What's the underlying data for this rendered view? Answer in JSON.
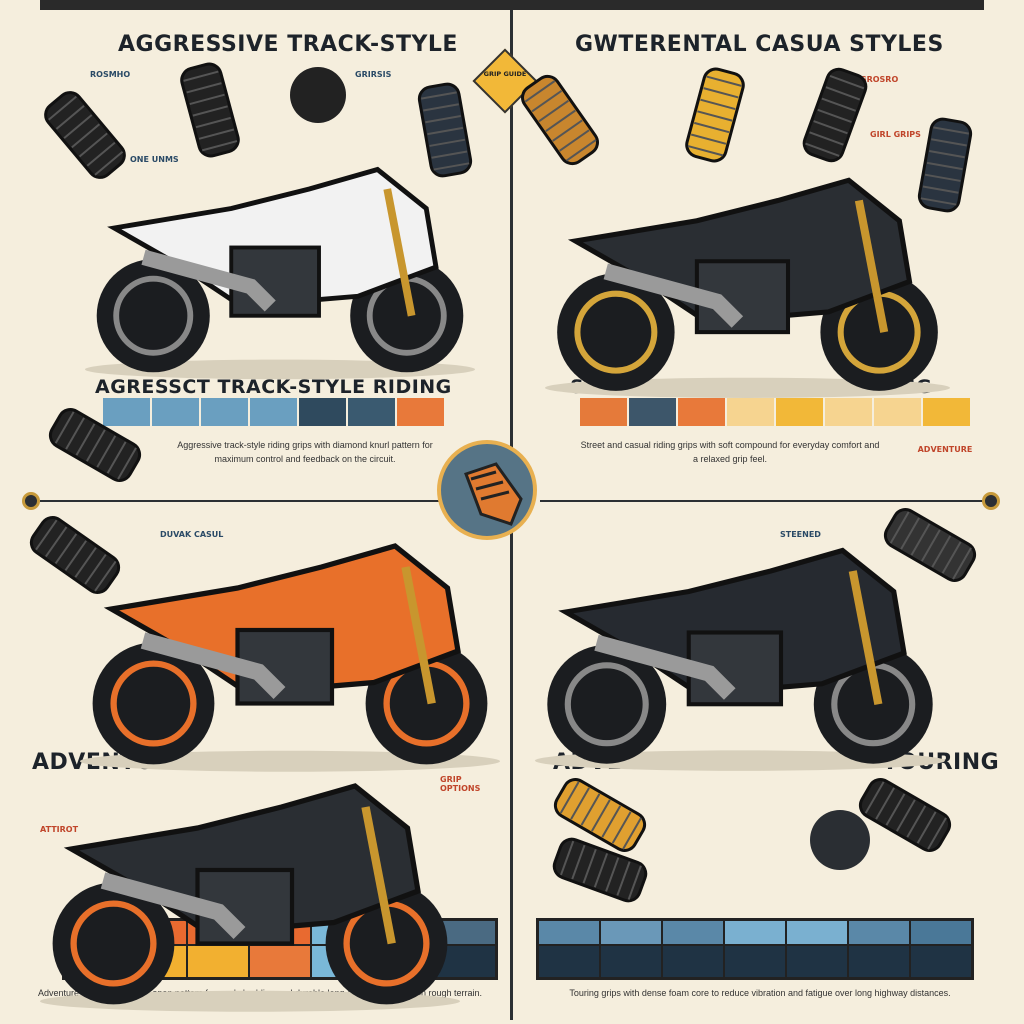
{
  "quadrants": [
    {
      "title": "AGGRESSIVE TRACK-STYLE",
      "subtitle": "AGRESSCT TRACK-STYLE RIDING",
      "paragraph": "Aggressive track-style riding grips with diamond knurl pattern for maximum control and feedback on the circuit.",
      "labels": [
        "ROSMHO",
        "GRIRSIS",
        "ONE UNMS"
      ],
      "swatches": [
        "#6a9fc0",
        "#6a9fc0",
        "#6a9fc0",
        "#6a9fc0",
        "#2f4a5e",
        "#3a5a70",
        "#e8793a"
      ],
      "bike_color": "#f2f2f2"
    },
    {
      "title": "GWTERENTAL CASUA STYLES",
      "subtitle": "STREET CROUH LASSUL RIDINGG",
      "paragraph": "Street and casual riding grips with soft compound for everyday comfort and a relaxed grip feel.",
      "labels": [
        "GROSRO",
        "GIRL GRIPS",
        "ADVENTURE"
      ],
      "swatches": [
        "#e57a3a",
        "#3d566a",
        "#e8793a",
        "#f6d490",
        "#f2b838",
        "#f6d490",
        "#f6d490",
        "#f2b838"
      ],
      "bike_color": "#2a2e33"
    },
    {
      "title": "ADVENTURE OFFRIOAD —",
      "subtitle": "DUVAK CASUL",
      "paragraph": "Adventure offroad grips with open pattern for mud shedding and durable long-distance comfort on rough terrain.",
      "labels": [
        "ATTIROT",
        "GRIP OPTIONS"
      ],
      "bike_color": "#e8702a"
    },
    {
      "title": "ADVENURE YOURIRING — TOURING",
      "subtitle": "STEENED",
      "paragraph": "Touring grips with dense foam core to reduce vibration and fatigue over long highway distances.",
      "bike_color": "#262a30"
    }
  ],
  "sign_text": "GRIP GUIDE",
  "tables": [
    {
      "top": [
        "#e86a30",
        "#e86a30",
        "#e86a30",
        "#e86a30",
        "#7ab8d8",
        "#5a7f98",
        "#4a6a82"
      ],
      "bottom": [
        "#f2b030",
        "#f2b030",
        "#f2b030",
        "#e8793a",
        "#7ab8d8",
        "#1f3344",
        "#1f3344"
      ]
    },
    {
      "top": [
        "#5a88a8",
        "#6a98b8",
        "#5a88a8",
        "#7ab0d0",
        "#7ab0d0",
        "#5a88a8",
        "#4a7898"
      ],
      "bottom": [
        "#1f3344",
        "#1f3344",
        "#1f3344",
        "#1f3344",
        "#1f3344",
        "#1f3344",
        "#1f3344"
      ]
    }
  ]
}
